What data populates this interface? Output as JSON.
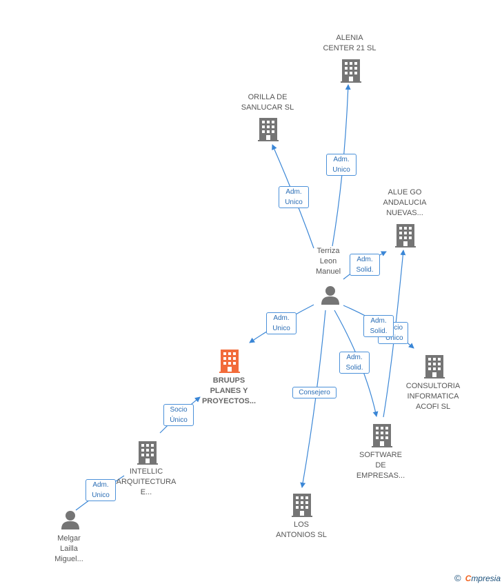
{
  "colors": {
    "edge": "#3a86d6",
    "company": "#757575",
    "focus_company": "#f26b3a",
    "person": "#757575"
  },
  "nodes": {
    "alenia": {
      "label": "ALENIA\nCENTER 21  SL",
      "icon": "building-icon"
    },
    "orilla": {
      "label": "ORILLA DE\nSANLUCAR  SL",
      "icon": "building-icon"
    },
    "aluego": {
      "label": "ALUE GO\nANDALUCIA\nNUEVAS...",
      "icon": "building-icon"
    },
    "terriza": {
      "label": "Terriza\nLeon\nManuel",
      "icon": "person-icon"
    },
    "bruups": {
      "label": "BRUUPS\nPLANES Y\nPROYECTOS...",
      "icon": "building-icon"
    },
    "consultoria": {
      "label": "CONSULTORIA\nINFORMATICA\nACOFI  SL",
      "icon": "building-icon"
    },
    "intellic": {
      "label": "INTELLIC\nARQUITECTURA\nE...",
      "icon": "building-icon"
    },
    "software": {
      "label": "SOFTWARE\nDE\nEMPRESAS...",
      "icon": "building-icon"
    },
    "losantonios": {
      "label": "LOS\nANTONIOS SL",
      "icon": "building-icon"
    },
    "melgar": {
      "label": "Melgar\nLailla\nMiguel...",
      "icon": "person-icon"
    }
  },
  "edges": {
    "e1": "Adm.\nUnico",
    "e2": "Adm.\nUnico",
    "e3": "Adm.\nSolid.",
    "e4": "Adm.\nUnico",
    "e5": "Adm.\nSolid.",
    "e6": "Adm.\nSolid.",
    "e7": "Socio\nÚnico",
    "e8": "Consejero",
    "e9": "Socio\nÚnico",
    "e10": "Adm.\nUnico"
  },
  "brand": {
    "copyright": "©",
    "name_first": "C",
    "name_rest": "mpresia"
  }
}
